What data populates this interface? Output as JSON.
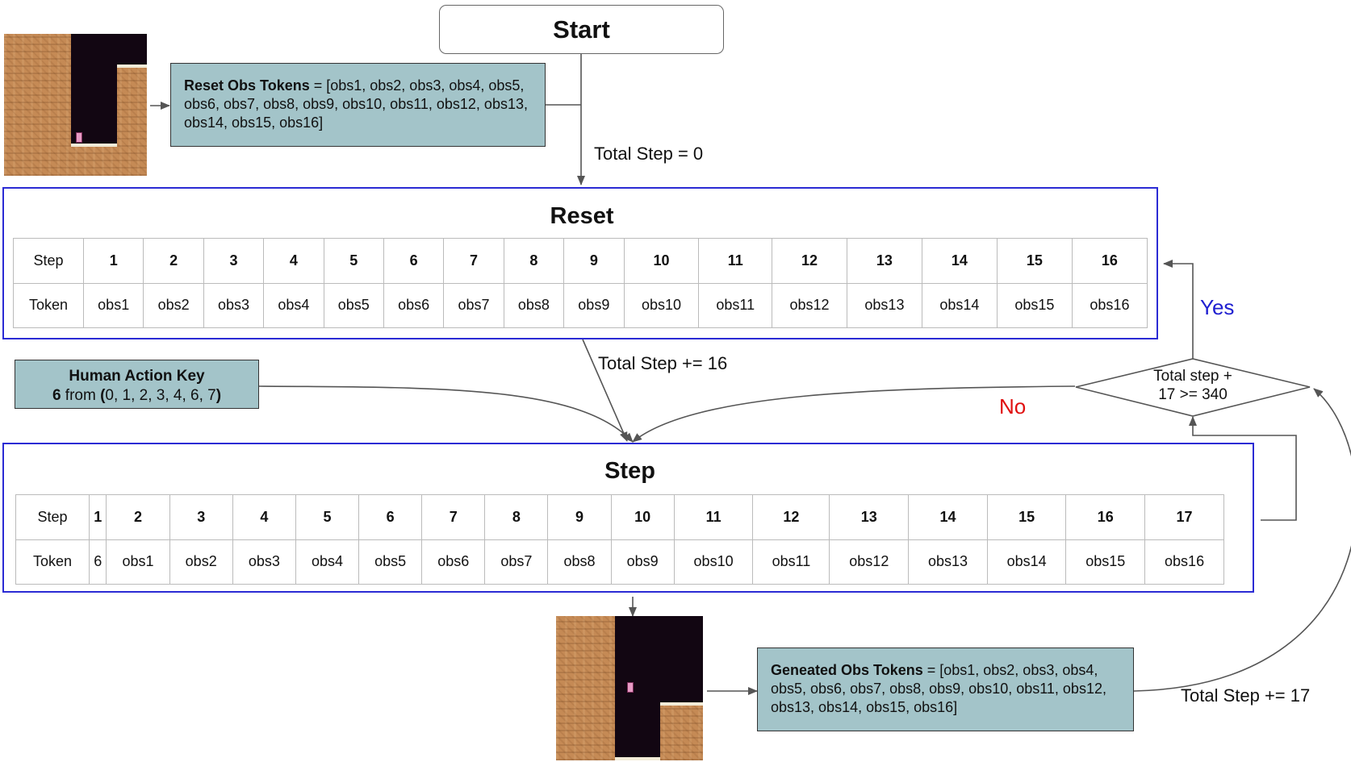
{
  "start": {
    "label": "Start"
  },
  "reset_obs_box": {
    "bold_label": "Reset Obs Tokens",
    "text": " = [obs1, obs2, obs3, obs4, obs5, obs6, obs7, obs8, obs9, obs10, obs11, obs12, obs13, obs14, obs15, obs16]"
  },
  "edges": {
    "total_step_zero": "Total Step = 0",
    "total_step_plus_16": "Total Step += 16",
    "total_step_plus_17": "Total Step += 17",
    "yes": "Yes",
    "no": "No"
  },
  "reset_panel": {
    "title": "Reset",
    "row_labels": [
      "Step",
      "Token"
    ],
    "steps": [
      "1",
      "2",
      "3",
      "4",
      "5",
      "6",
      "7",
      "8",
      "9",
      "10",
      "11",
      "12",
      "13",
      "14",
      "15",
      "16"
    ],
    "tokens": [
      "obs1",
      "obs2",
      "obs3",
      "obs4",
      "obs5",
      "obs6",
      "obs7",
      "obs8",
      "obs9",
      "obs10",
      "obs11",
      "obs12",
      "obs13",
      "obs14",
      "obs15",
      "obs16"
    ]
  },
  "action_key": {
    "title": "Human Action Key",
    "line2_bold_start": "6",
    "line2_mid": " from ",
    "line2_bold_paren_open": "(",
    "line2_values": "0, 1, 2, 3, 4, 6, 7",
    "line2_bold_paren_close": ")"
  },
  "decision": {
    "line1": "Total step +",
    "line2": "17 >= 340"
  },
  "step_panel": {
    "title": "Step",
    "row_labels": [
      "Step",
      "Token"
    ],
    "steps": [
      "1",
      "2",
      "3",
      "4",
      "5",
      "6",
      "7",
      "8",
      "9",
      "10",
      "11",
      "12",
      "13",
      "14",
      "15",
      "16",
      "17"
    ],
    "tokens": [
      "6",
      "obs1",
      "obs2",
      "obs3",
      "obs4",
      "obs5",
      "obs6",
      "obs7",
      "obs8",
      "obs9",
      "obs10",
      "obs11",
      "obs12",
      "obs13",
      "obs14",
      "obs15",
      "obs16"
    ]
  },
  "generated_obs_box": {
    "bold_label": "Geneated Obs Tokens",
    "text": " = [obs1, obs2, obs3, obs4, obs5, obs6, obs7, obs8, obs9, obs10, obs11, obs12, obs13, obs14, obs15, obs16]"
  },
  "colors": {
    "teal_box": "#a3c4c9",
    "panel_border": "#2b2bd4",
    "yes": "#1f1fd0",
    "no": "#e01010"
  }
}
